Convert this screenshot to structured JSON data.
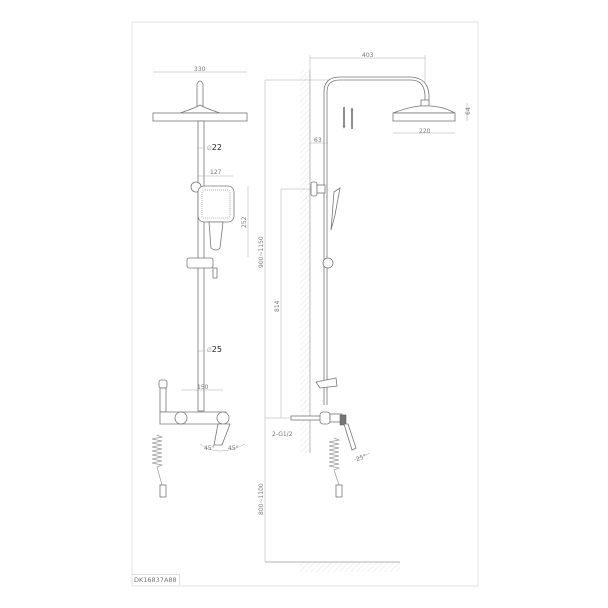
{
  "drawing": {
    "model_code": "DK16837A88",
    "front_view": {
      "head_width": "330",
      "pipe_upper_diameter": "22",
      "handshower_width": "127",
      "handshower_height": "252",
      "pipe_lower_diameter": "25",
      "mixer_spacing": "150",
      "angle_left": "45°",
      "angle_right": "45°",
      "diameter_symbol": "Ø"
    },
    "side_view": {
      "arm_reach": "403",
      "wall_offset": "63",
      "head_height": "64",
      "head_depth": "220",
      "height_range_upper": "900~1150",
      "bracket_height": "814",
      "height_range_lower": "800~1100",
      "inlet_spec": "2-G1/2",
      "spout_angle": "25°"
    }
  }
}
